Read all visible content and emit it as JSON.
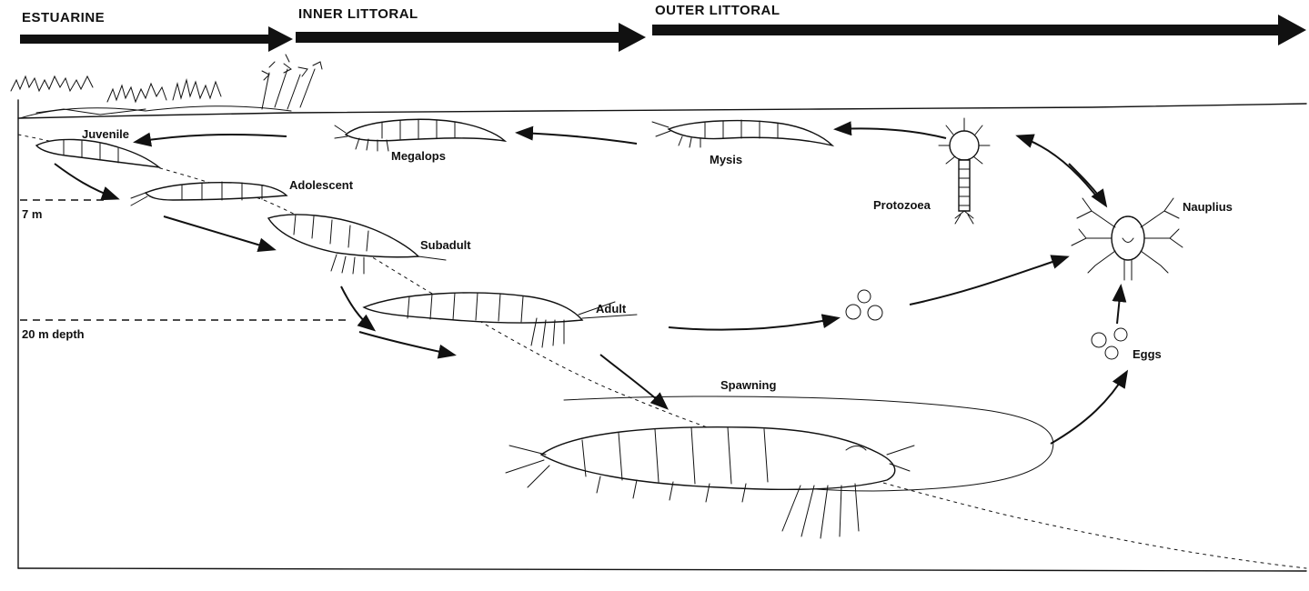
{
  "zones": {
    "estuarine": "ESTUARINE",
    "inner_littoral": "INNER LITTORAL",
    "outer_littoral": "OUTER LITTORAL"
  },
  "depths": {
    "shallow": "7 m",
    "deep": "20 m depth"
  },
  "stages": {
    "juvenile": "Juvenile",
    "megalopa": "Megalops",
    "mysis": "Mysis",
    "protozoea": "Protozoea",
    "nauplius": "Nauplius",
    "adolescent": "Adolescent",
    "subadult": "Subadult",
    "adult": "Adult",
    "eggs": "Eggs",
    "spawning": "Spawning"
  },
  "colors": {
    "ink": "#111111",
    "background": "#ffffff"
  }
}
